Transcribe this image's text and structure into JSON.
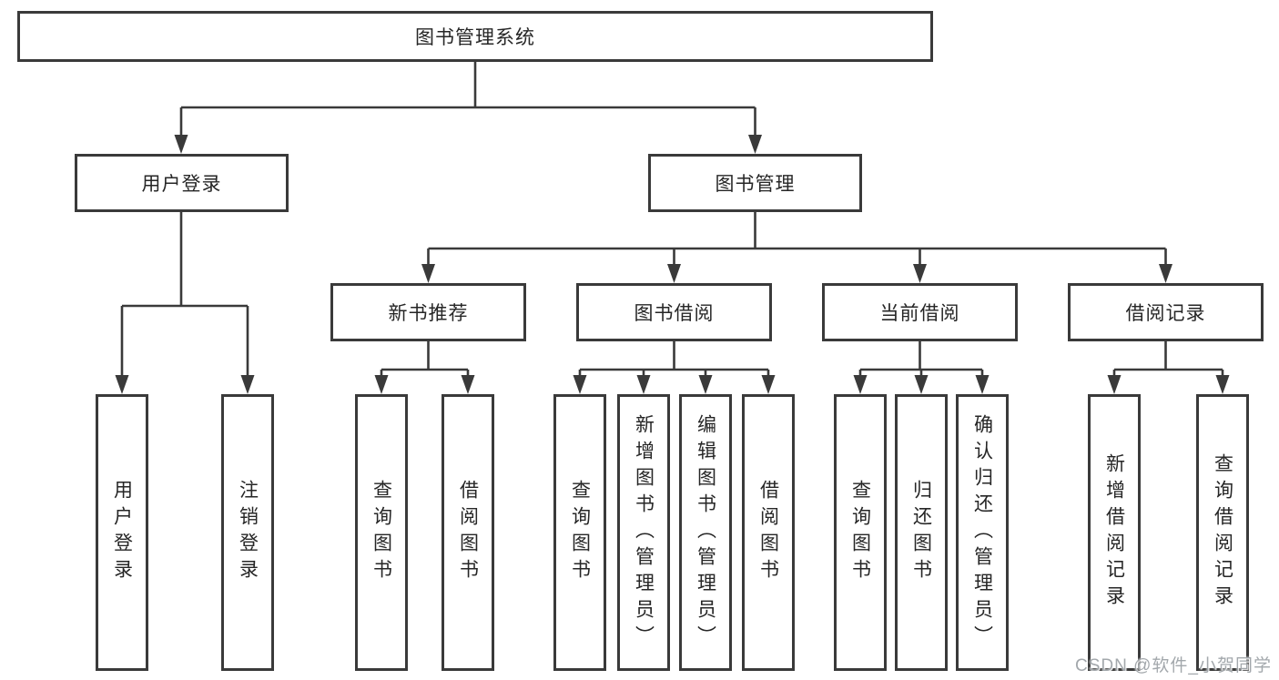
{
  "diagram": {
    "root": {
      "label": "图书管理系统"
    },
    "level2": [
      {
        "label": "用户登录"
      },
      {
        "label": "图书管理"
      }
    ],
    "level3": [
      {
        "label": "新书推荐"
      },
      {
        "label": "图书借阅"
      },
      {
        "label": "当前借阅"
      },
      {
        "label": "借阅记录"
      }
    ],
    "leaves": {
      "user_login": [
        {
          "label": "用户登录"
        },
        {
          "label": "注销登录"
        }
      ],
      "new_books": [
        {
          "label": "查询图书"
        },
        {
          "label": "借阅图书"
        }
      ],
      "book_borrow": [
        {
          "label": "查询图书"
        },
        {
          "label": "新增图书（管理员）"
        },
        {
          "label": "编辑图书（管理员）"
        },
        {
          "label": "借阅图书"
        }
      ],
      "current_borrow": [
        {
          "label": "查询图书"
        },
        {
          "label": "归还图书"
        },
        {
          "label": "确认归还（管理员）"
        }
      ],
      "borrow_records": [
        {
          "label": "新增借阅记录"
        },
        {
          "label": "查询借阅记录"
        }
      ]
    }
  },
  "watermark": {
    "text": "CSDN @软件_小贺同学"
  },
  "colors": {
    "stroke": "#3a3a3a",
    "text": "#262626",
    "background": "#ffffff",
    "watermark": "#9ea3a8"
  }
}
